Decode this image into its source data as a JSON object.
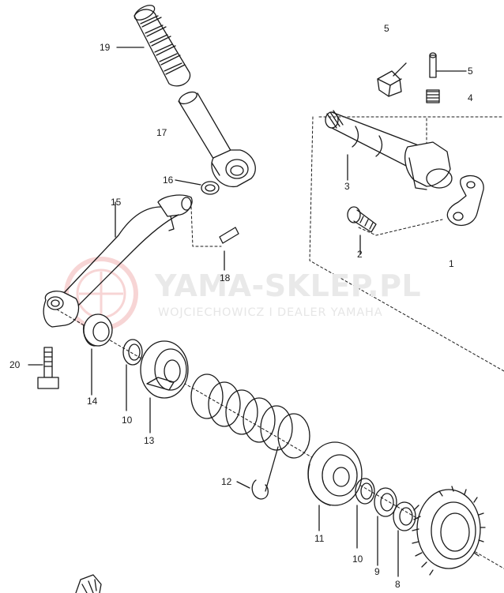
{
  "watermark": {
    "title": "YAMA-SKLEP.PL",
    "subtitle": "WOJCIECHOWICZ I DEALER YAMAHA",
    "logo_color": "#f1b3b3",
    "text_color": "#e6e6e6"
  },
  "callouts": {
    "p1": "1",
    "p2": "2",
    "p3": "3",
    "p4": "4",
    "p5_top": "5",
    "p5_right": "5",
    "p8": "8",
    "p9": "9",
    "p10_left": "10",
    "p10_right": "10",
    "p11": "11",
    "p12": "12",
    "p13": "13",
    "p14": "14",
    "p15": "15",
    "p16": "16",
    "p17": "17",
    "p18": "18",
    "p19": "19",
    "p20": "20"
  },
  "colors": {
    "ink": "#1a1a1a",
    "paper": "#ffffff"
  }
}
